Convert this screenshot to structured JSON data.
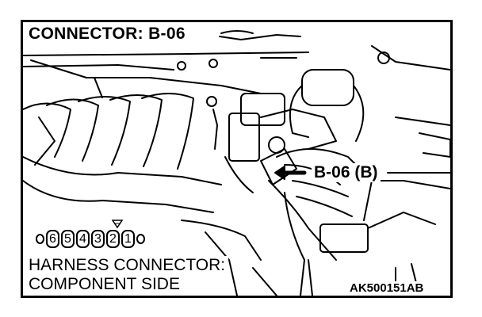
{
  "title": "CONNECTOR: B-06",
  "callout_label": "B-06 (B)",
  "caption": {
    "line1": "HARNESS CONNECTOR:",
    "line2": "COMPONENT SIDE"
  },
  "figure_code": "AK500151AB",
  "connector": {
    "pins": [
      "6",
      "5",
      "4",
      "3",
      "2",
      "1"
    ]
  }
}
